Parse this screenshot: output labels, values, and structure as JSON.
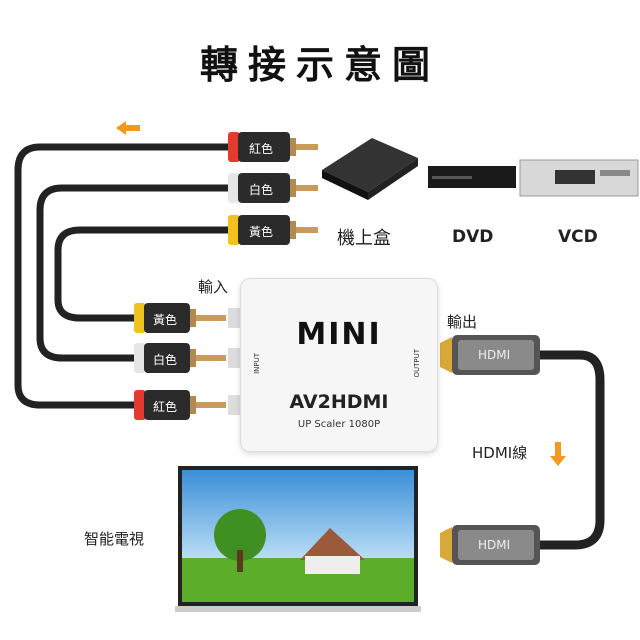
{
  "title": "轉接示意圖",
  "rca_top": [
    {
      "label": "紅色",
      "color": "#e53a2e"
    },
    {
      "label": "白色",
      "color": "#e6e6e6"
    },
    {
      "label": "黃色",
      "color": "#f1c21b"
    }
  ],
  "rca_bottom": [
    {
      "label": "黃色",
      "color": "#f1c21b"
    },
    {
      "label": "白色",
      "color": "#e6e6e6"
    },
    {
      "label": "紅色",
      "color": "#e53a2e"
    }
  ],
  "devices": {
    "stb": "機上盒",
    "dvd": "DVD",
    "vcd": "VCD",
    "tv": "智能電視"
  },
  "labels": {
    "input": "輸入",
    "output": "輸出",
    "hdmi_cable": "HDMI線"
  },
  "converter": {
    "brand": "MINI",
    "model": "AV2HDMI",
    "subtitle": "UP Scaler 1080P",
    "input_port": "INPUT",
    "output_port": "OUTPUT"
  },
  "hdmi_connector": "HDMI",
  "accent": "#f39a1e"
}
